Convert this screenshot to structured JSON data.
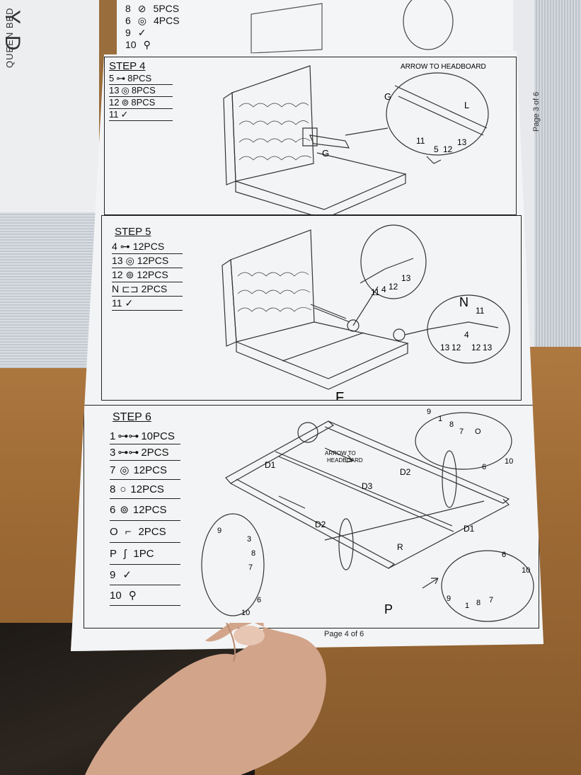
{
  "background": {
    "side_title": "Y D",
    "side_subtitle": "QUEEN BED",
    "right_stack_page": "Page 3 of 6",
    "back_sheet_parts": [
      {
        "num": "8",
        "qty": "5PCS"
      },
      {
        "num": "6",
        "qty": "4PCS"
      },
      {
        "num": "9",
        "qty": ""
      },
      {
        "num": "10",
        "qty": ""
      }
    ]
  },
  "steps": [
    {
      "title": "STEP 4",
      "parts": [
        {
          "num": "5",
          "qty": "8PCS",
          "icon": "bolt-icon"
        },
        {
          "num": "13",
          "qty": "8PCS",
          "icon": "washer-icon"
        },
        {
          "num": "12",
          "qty": "8PCS",
          "icon": "nut-icon"
        },
        {
          "num": "11",
          "qty": "",
          "icon": "allen-key-icon"
        }
      ],
      "callouts": {
        "arrow_note": "ARROW TO HEADBOARD",
        "part_g": "G",
        "part_l": "L",
        "labels": [
          "11",
          "5",
          "12",
          "13"
        ]
      }
    },
    {
      "title": "STEP 5",
      "parts": [
        {
          "num": "4",
          "qty": "12PCS",
          "icon": "bolt-icon"
        },
        {
          "num": "13",
          "qty": "12PCS",
          "icon": "washer-icon"
        },
        {
          "num": "12",
          "qty": "12PCS",
          "icon": "nut-icon"
        },
        {
          "num": "N",
          "qty": "2PCS",
          "icon": "bracket-icon"
        },
        {
          "num": "11",
          "qty": "",
          "icon": "allen-key-icon"
        }
      ],
      "callouts": {
        "part_f": "F",
        "part_n": "N",
        "top_labels": [
          "11",
          "4",
          "12",
          "13"
        ],
        "right_labels": [
          "11",
          "13",
          "12",
          "4",
          "12",
          "13"
        ]
      }
    },
    {
      "title": "STEP 6",
      "parts": [
        {
          "num": "1",
          "qty": "10PCS",
          "icon": "bolt-icon"
        },
        {
          "num": "3",
          "qty": "2PCS",
          "icon": "bolt-icon"
        },
        {
          "num": "7",
          "qty": "12PCS",
          "icon": "washer-icon"
        },
        {
          "num": "8",
          "qty": "12PCS",
          "icon": "spring-washer-icon"
        },
        {
          "num": "6",
          "qty": "12PCS",
          "icon": "nut-icon"
        },
        {
          "num": "O",
          "qty": "2PCS",
          "icon": "bracket-icon"
        },
        {
          "num": "P",
          "qty": "1PC",
          "icon": "leg-icon"
        },
        {
          "num": "9",
          "qty": "",
          "icon": "allen-key-icon"
        },
        {
          "num": "10",
          "qty": "",
          "icon": "wrench-icon"
        }
      ],
      "callouts": {
        "arrow_note_1": "ARROW TO",
        "arrow_note_2": "HEADBOARD",
        "rails": [
          "D1",
          "D2",
          "D3",
          "D2",
          "D1",
          "R",
          "P"
        ],
        "top_right_labels": [
          "9",
          "1",
          "8",
          "7",
          "O",
          "6",
          "10"
        ],
        "left_labels": [
          "9",
          "3",
          "8",
          "7",
          "6",
          "10"
        ],
        "bottom_right_labels": [
          "6",
          "10",
          "9",
          "1",
          "8",
          "7"
        ]
      }
    }
  ],
  "footer": {
    "page": "Page 4 of 6"
  }
}
